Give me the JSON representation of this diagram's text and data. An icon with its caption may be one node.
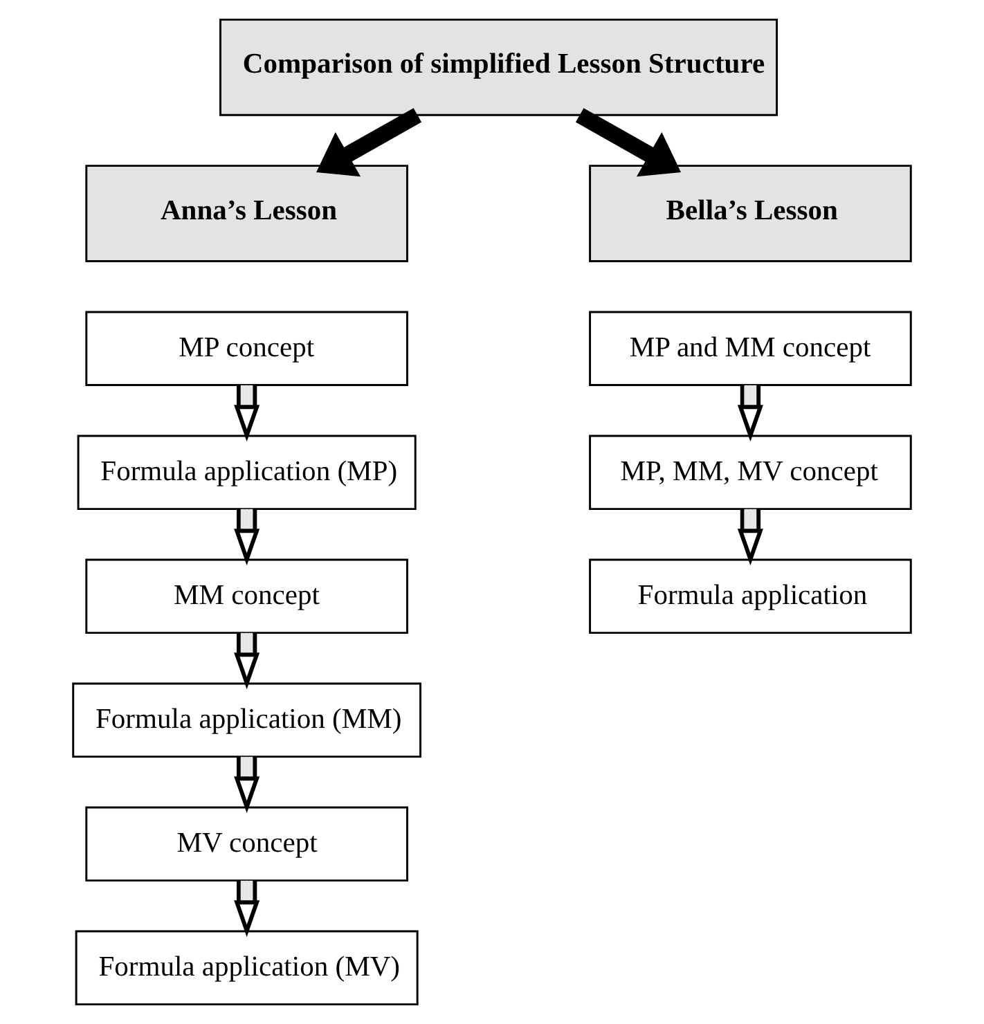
{
  "diagram": {
    "nodes": [
      {
        "text": [
          "Comparison of simplified Lesson Structure"
        ]
      },
      {
        "text": [
          "Anna’s Lesson"
        ]
      },
      {
        "text": [
          "MP concept"
        ]
      },
      {
        "text": [
          "Formula application (MP)"
        ]
      },
      {
        "text": [
          "MM concept"
        ]
      },
      {
        "text": [
          "Formula application (MM)"
        ]
      },
      {
        "text": [
          "MV concept"
        ]
      },
      {
        "text": [
          "Formula application (MV)"
        ]
      },
      {
        "text": [
          "Bella’s Lesson"
        ]
      },
      {
        "text": [
          "MP and MM concept"
        ]
      },
      {
        "text": [
          "MP, MM, MV concept"
        ]
      },
      {
        "text": [
          "Formula application"
        ]
      }
    ],
    "edges": [
      {
        "from": 0,
        "to": 1,
        "arrow": "to",
        "style": "thick",
        "color": "#000000"
      },
      {
        "from": 0,
        "to": 8,
        "arrow": "to",
        "style": "thick",
        "color": "#000000"
      },
      {
        "from": 2,
        "to": 3,
        "arrow": "to"
      },
      {
        "from": 3,
        "to": 4,
        "arrow": "to"
      },
      {
        "from": 4,
        "to": 5,
        "arrow": "to"
      },
      {
        "from": 5,
        "to": 6,
        "arrow": "to"
      },
      {
        "from": 6,
        "to": 7,
        "arrow": "to"
      },
      {
        "from": 9,
        "to": 10,
        "arrow": "to"
      },
      {
        "from": 10,
        "to": 11,
        "arrow": "to"
      }
    ]
  }
}
